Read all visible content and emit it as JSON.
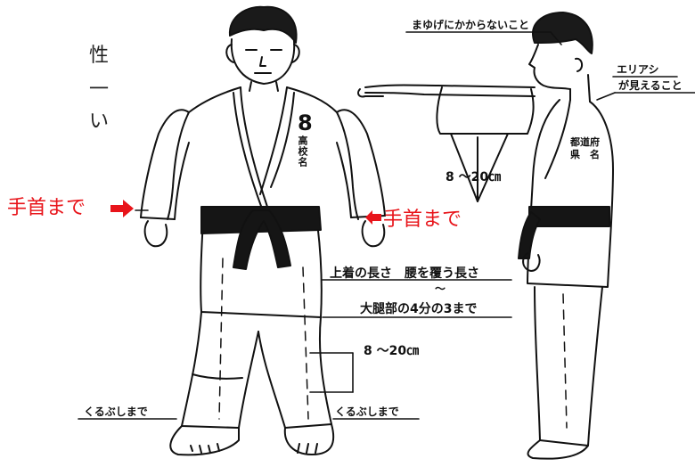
{
  "cut_text": {
    "line1": "性",
    "line2": "一",
    "line3": "い"
  },
  "wrist_left": {
    "label": "手首まで"
  },
  "wrist_right": {
    "label": "手首まで"
  },
  "school_name": {
    "number": "8",
    "label": "高校名"
  },
  "prefecture_name": {
    "line1": "都道府",
    "line2": "県　名"
  },
  "eyebrow_note": {
    "label": "まゆげにかからないこと"
  },
  "collar_note": {
    "line1": "エリアシ",
    "line2": "が見えること"
  },
  "sleeve_gap": {
    "label": "8 ～20㎝"
  },
  "jacket_length": {
    "line1": "上着の長さ　腰を覆う長さ",
    "tilde": "～",
    "line2": "大腿部の4分の3まで"
  },
  "pants_gap": {
    "label": "8 ～20㎝"
  },
  "ankle_left": {
    "label": "くるぶしまで"
  },
  "ankle_right": {
    "label": "くるぶしまで"
  },
  "colors": {
    "accent": "#e8141a",
    "ink": "#111111",
    "belt": "#151515"
  }
}
